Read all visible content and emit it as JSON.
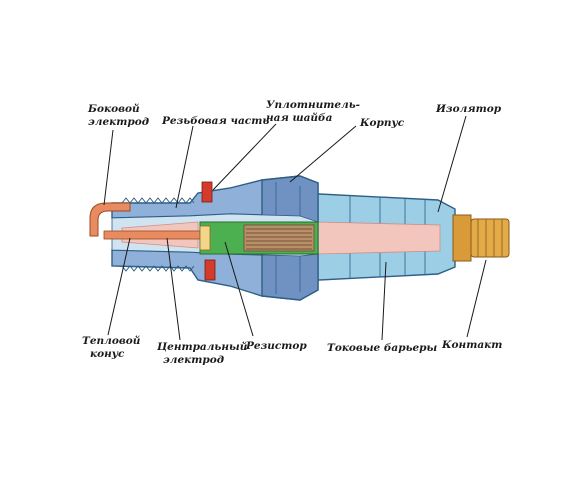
{
  "labels": {
    "side_electrode_1": "Боковой",
    "side_electrode_2": "электрод",
    "thread": "Резьбовая часть",
    "gasket_1": "Уплотнитель-",
    "gasket_2": "ная шайба",
    "body": "Корпус",
    "insulator": "Изолятор",
    "heat_cone_1": "Тепловой",
    "heat_cone_2": "конус",
    "center_electrode_1": "Центральный",
    "center_electrode_2": "электрод",
    "resistor": "Резистор",
    "current_barriers": "Токовые барьеры",
    "contact": "Контакт"
  },
  "colors": {
    "outline": "#2f5f86",
    "shell": "#8fb0d8",
    "shell_dark": "#6f92c2",
    "insulator": "#9ccfe6",
    "insulator_core": "#f2c6bd",
    "resistor": "#4caf50",
    "copper": "#e88b60",
    "gasket": "#d33b2c",
    "contact": "#d99a3a"
  }
}
